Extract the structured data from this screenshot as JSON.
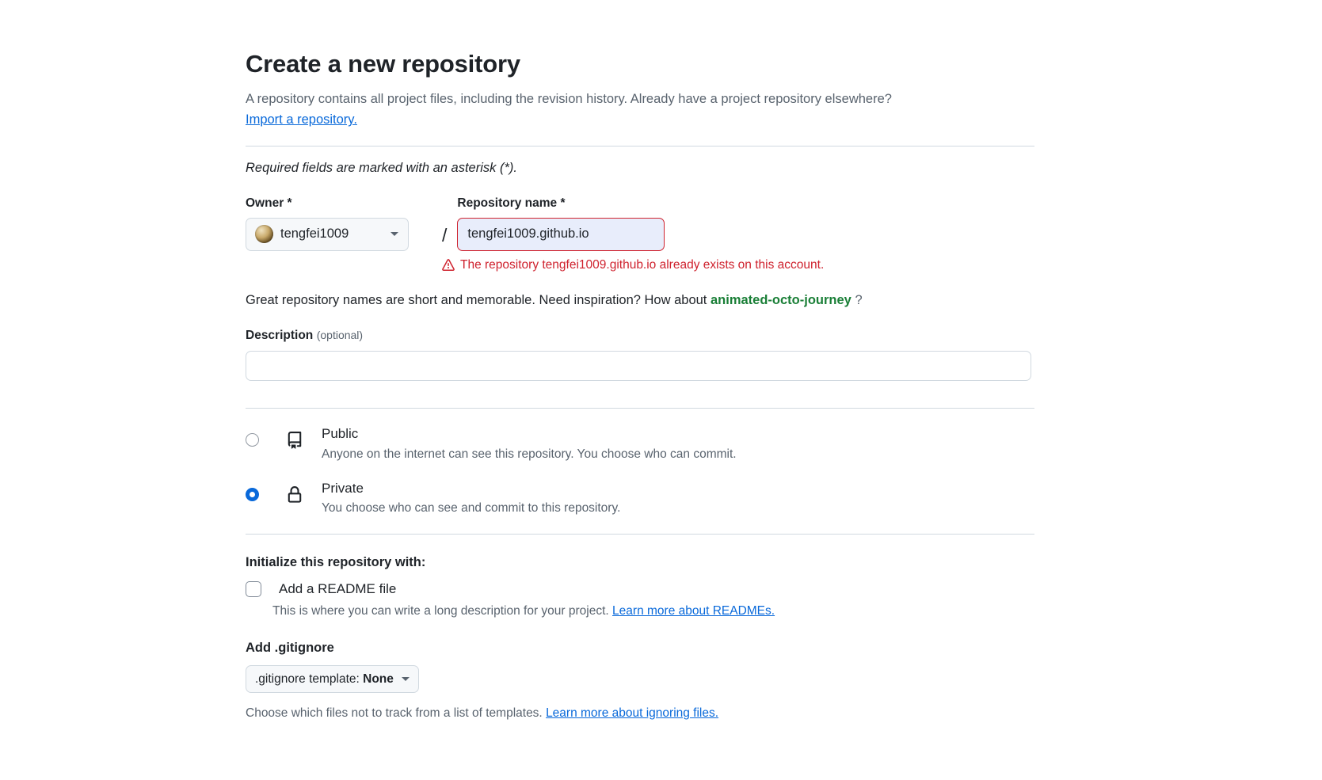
{
  "header": {
    "title": "Create a new repository",
    "subtitle": "A repository contains all project files, including the revision history. Already have a project repository elsewhere?",
    "import_link": "Import a repository.",
    "required_note": "Required fields are marked with an asterisk (*)."
  },
  "owner": {
    "label": "Owner *",
    "value": "tengfei1009",
    "separator": "/"
  },
  "repository_name": {
    "label": "Repository name *",
    "value": "tengfei1009.github.io",
    "error": "The repository tengfei1009.github.io already exists on this account."
  },
  "suggestion": {
    "prefix": "Great repository names are short and memorable. Need inspiration? How about",
    "name": "animated-octo-journey",
    "suffix": "?"
  },
  "description": {
    "label": "Description",
    "optional": "(optional)",
    "value": "",
    "placeholder": ""
  },
  "visibility": {
    "options": [
      {
        "id": "public",
        "title": "Public",
        "description": "Anyone on the internet can see this repository. You choose who can commit.",
        "selected": false,
        "icon": "repo-icon"
      },
      {
        "id": "private",
        "title": "Private",
        "description": "You choose who can see and commit to this repository.",
        "selected": true,
        "icon": "lock-icon"
      }
    ]
  },
  "initialize": {
    "heading": "Initialize this repository with:",
    "readme_label": "Add a README file",
    "readme_checked": false,
    "readme_help_prefix": "This is where you can write a long description for your project.",
    "readme_help_link": "Learn more about READMEs."
  },
  "gitignore": {
    "heading": "Add .gitignore",
    "select_prefix": ".gitignore template:",
    "select_value": "None",
    "help_prefix": "Choose which files not to track from a list of templates.",
    "help_link": "Learn more about ignoring files."
  },
  "colors": {
    "link": "#0969da",
    "error": "#cf222e",
    "success": "#1a7f37",
    "muted": "#59636e",
    "border": "#d1d9e0"
  }
}
